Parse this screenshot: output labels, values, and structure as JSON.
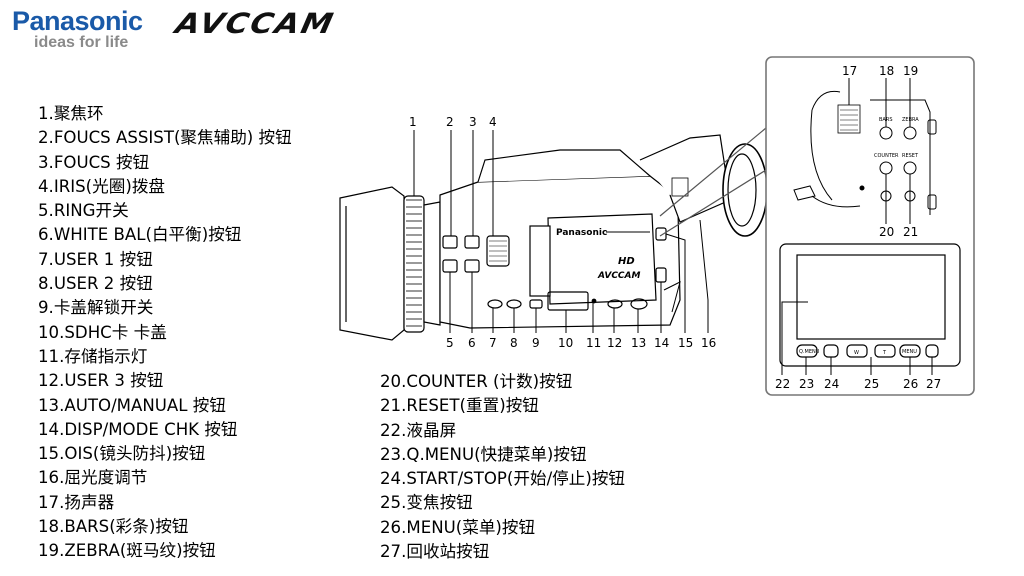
{
  "brand": {
    "name": "Panasonic",
    "tagline": "ideas for life",
    "product_logo": "AVCCAM"
  },
  "diagram": {
    "body_brand": "Panasonic",
    "body_model": "AVCCAM",
    "hd_mark": "HD",
    "inset_labels": {
      "bars": "BARS",
      "zebra": "ZEBRA",
      "counter": "COUNTER",
      "reset": "RESET",
      "qmenu": "Q.MENU",
      "menu": "MENU",
      "zoom_w": "W",
      "zoom_t": "T"
    },
    "callouts_main": [
      "1",
      "2",
      "3",
      "4",
      "5",
      "6",
      "7",
      "8",
      "9",
      "10",
      "11",
      "12",
      "13",
      "14",
      "15",
      "16"
    ],
    "callouts_inset_top": [
      "17",
      "18",
      "19",
      "20",
      "21"
    ],
    "callouts_inset_bottom": [
      "22",
      "23",
      "24",
      "25",
      "26",
      "27"
    ]
  },
  "legend_left": [
    "1.聚焦环",
    "2.FOUCS ASSIST(聚焦辅助) 按钮",
    "3.FOUCS 按钮",
    "4.IRIS(光圈)拨盘",
    "5.RING开关",
    "6.WHITE BAL(白平衡)按钮",
    "7.USER 1 按钮",
    "8.USER 2 按钮",
    "9.卡盖解锁开关",
    "10.SDHC卡 卡盖",
    "11.存储指示灯",
    "12.USER 3 按钮",
    "13.AUTO/MANUAL 按钮",
    "14.DISP/MODE CHK 按钮",
    "15.OIS(镜头防抖)按钮",
    "16.屈光度调节",
    "17.扬声器",
    "18.BARS(彩条)按钮",
    "19.ZEBRA(斑马纹)按钮"
  ],
  "legend_right": [
    "20.COUNTER (计数)按钮",
    "21.RESET(重置)按钮",
    "22.液晶屏",
    "23.Q.MENU(快捷菜单)按钮",
    "24.START/STOP(开始/停止)按钮",
    "25.变焦按钮",
    "26.MENU(菜单)按钮",
    "27.回收站按钮"
  ]
}
